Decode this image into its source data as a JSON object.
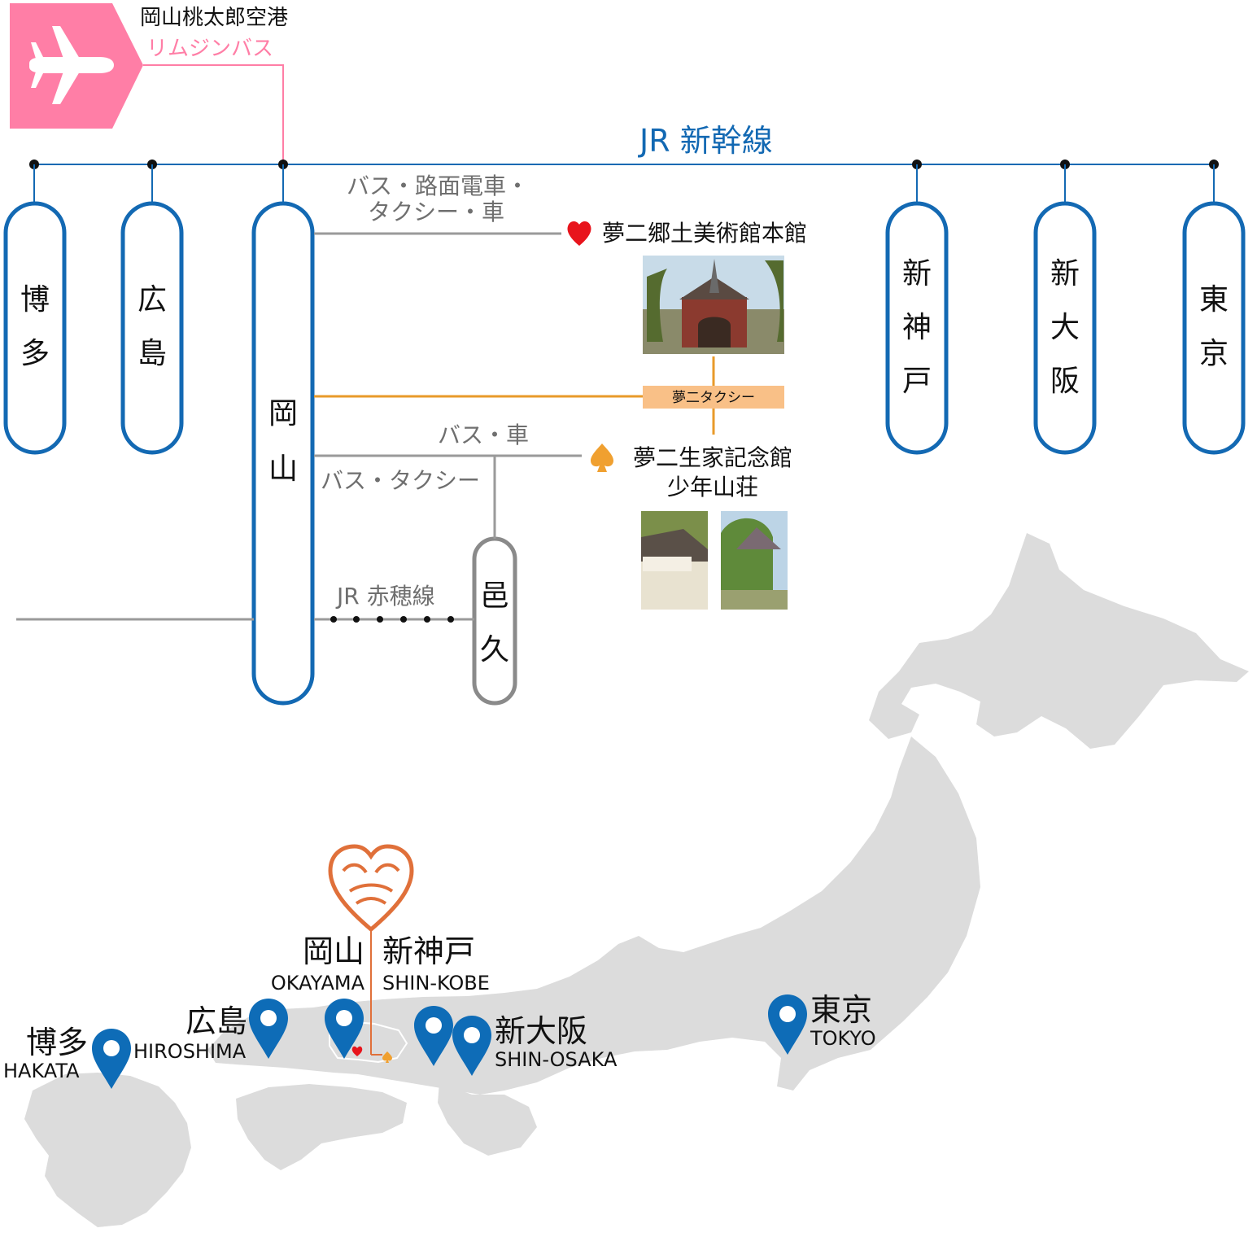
{
  "airport": {
    "name": "岡山桃太郎空港",
    "transport": "リムジンバス",
    "icon": "airplane-icon",
    "color": "#ff7ea6"
  },
  "shinkansen": {
    "label": "JR 新幹線",
    "color": "#1369b3"
  },
  "stations": {
    "hakata": [
      "博",
      "多"
    ],
    "hiroshima": [
      "広",
      "島"
    ],
    "okayama": [
      "岡",
      "山"
    ],
    "shinkobe": [
      "新",
      "神",
      "戸"
    ],
    "shinosaka": [
      "新",
      "大",
      "阪"
    ],
    "tokyo": [
      "東",
      "京"
    ],
    "oku": [
      "邑",
      "久"
    ]
  },
  "routes": {
    "bus_tram_taxi_car_line1": "バス・路面電車・",
    "bus_tram_taxi_car_line2": "タクシー・車",
    "yumeji_taxi": "夢二タクシー",
    "bus_car": "バス・車",
    "bus_taxi": "バス・タクシー",
    "ako_line": "JR 赤穂線"
  },
  "destinations": {
    "museum": {
      "name": "夢二郷土美術館本館",
      "icon": "heart-icon",
      "color": "#e8141c"
    },
    "birthplace": {
      "name_line1": "夢二生家記念館",
      "name_line2": "少年山荘",
      "icon": "spade-icon",
      "color": "#f0a030"
    }
  },
  "map": {
    "okayama": {
      "ja": "岡山",
      "en": "OKAYAMA"
    },
    "shinkobe": {
      "ja": "新神戸",
      "en": "SHIN-KOBE"
    },
    "hiroshima": {
      "ja": "広島",
      "en": "HIROSHIMA"
    },
    "hakata": {
      "ja": "博多",
      "en": "HAKATA"
    },
    "shinosaka": {
      "ja": "新大阪",
      "en": "SHIN-OSAKA"
    },
    "tokyo": {
      "ja": "東京",
      "en": "TOKYO"
    },
    "land_color": "#dcdcdc",
    "pin_color": "#0e6cb7",
    "emblem_color": "#e0703a"
  }
}
